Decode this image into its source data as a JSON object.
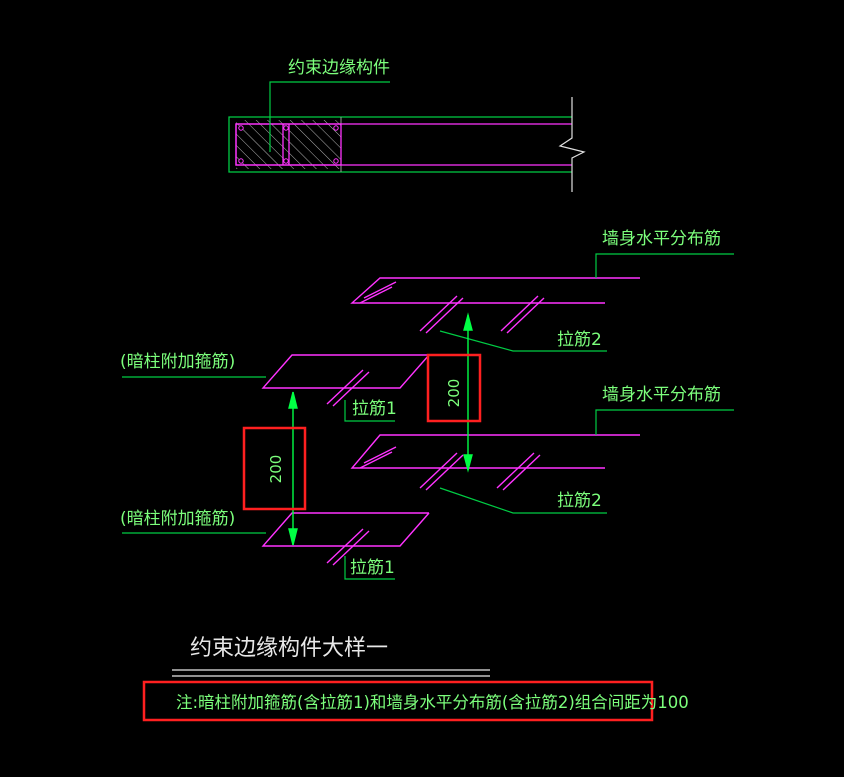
{
  "colors": {
    "background": "#000000",
    "wall_outline": "#00cc44",
    "rebar": "#ff33ff",
    "leader": "#00cc44",
    "dimension": "#00ff44",
    "text": "#7cff7c",
    "title": "#e8e8e8",
    "highlight_box": "#ff2020"
  },
  "labels": {
    "constrained_edge_member": "约束边缘构件",
    "wall_horizontal_rebar_1": "墙身水平分布筋",
    "wall_horizontal_rebar_2": "墙身水平分布筋",
    "tie_bar_2_upper": "拉筋2",
    "tie_bar_2_lower": "拉筋2",
    "hidden_column_stirrup_1": "(暗柱附加箍筋)",
    "hidden_column_stirrup_2": "(暗柱附加箍筋)",
    "tie_bar_1_upper": "拉筋1",
    "tie_bar_1_lower": "拉筋1"
  },
  "dimensions": {
    "spacing_right": "200",
    "spacing_left": "200"
  },
  "title": "约束边缘构件大样一",
  "note": "注:暗柱附加箍筋(含拉筋1)和墙身水平分布筋(含拉筋2)组合间距为100"
}
